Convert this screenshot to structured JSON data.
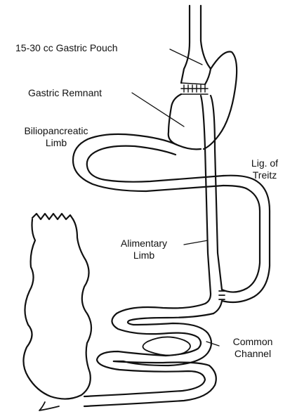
{
  "labels": {
    "gastric_pouch": "15-30 cc Gastric Pouch",
    "gastric_remnant": "Gastric Remnant",
    "bp_limb_line1": "Biliopancreatic",
    "bp_limb_line2": "Limb",
    "treitz_line1": "Lig. of",
    "treitz_line2": "Treitz",
    "alimentary_line1": "Alimentary",
    "alimentary_line2": "Limb",
    "common_line1": "Common",
    "common_line2": "Channel"
  },
  "colors": {
    "ink": "#111111",
    "background": "#ffffff"
  }
}
